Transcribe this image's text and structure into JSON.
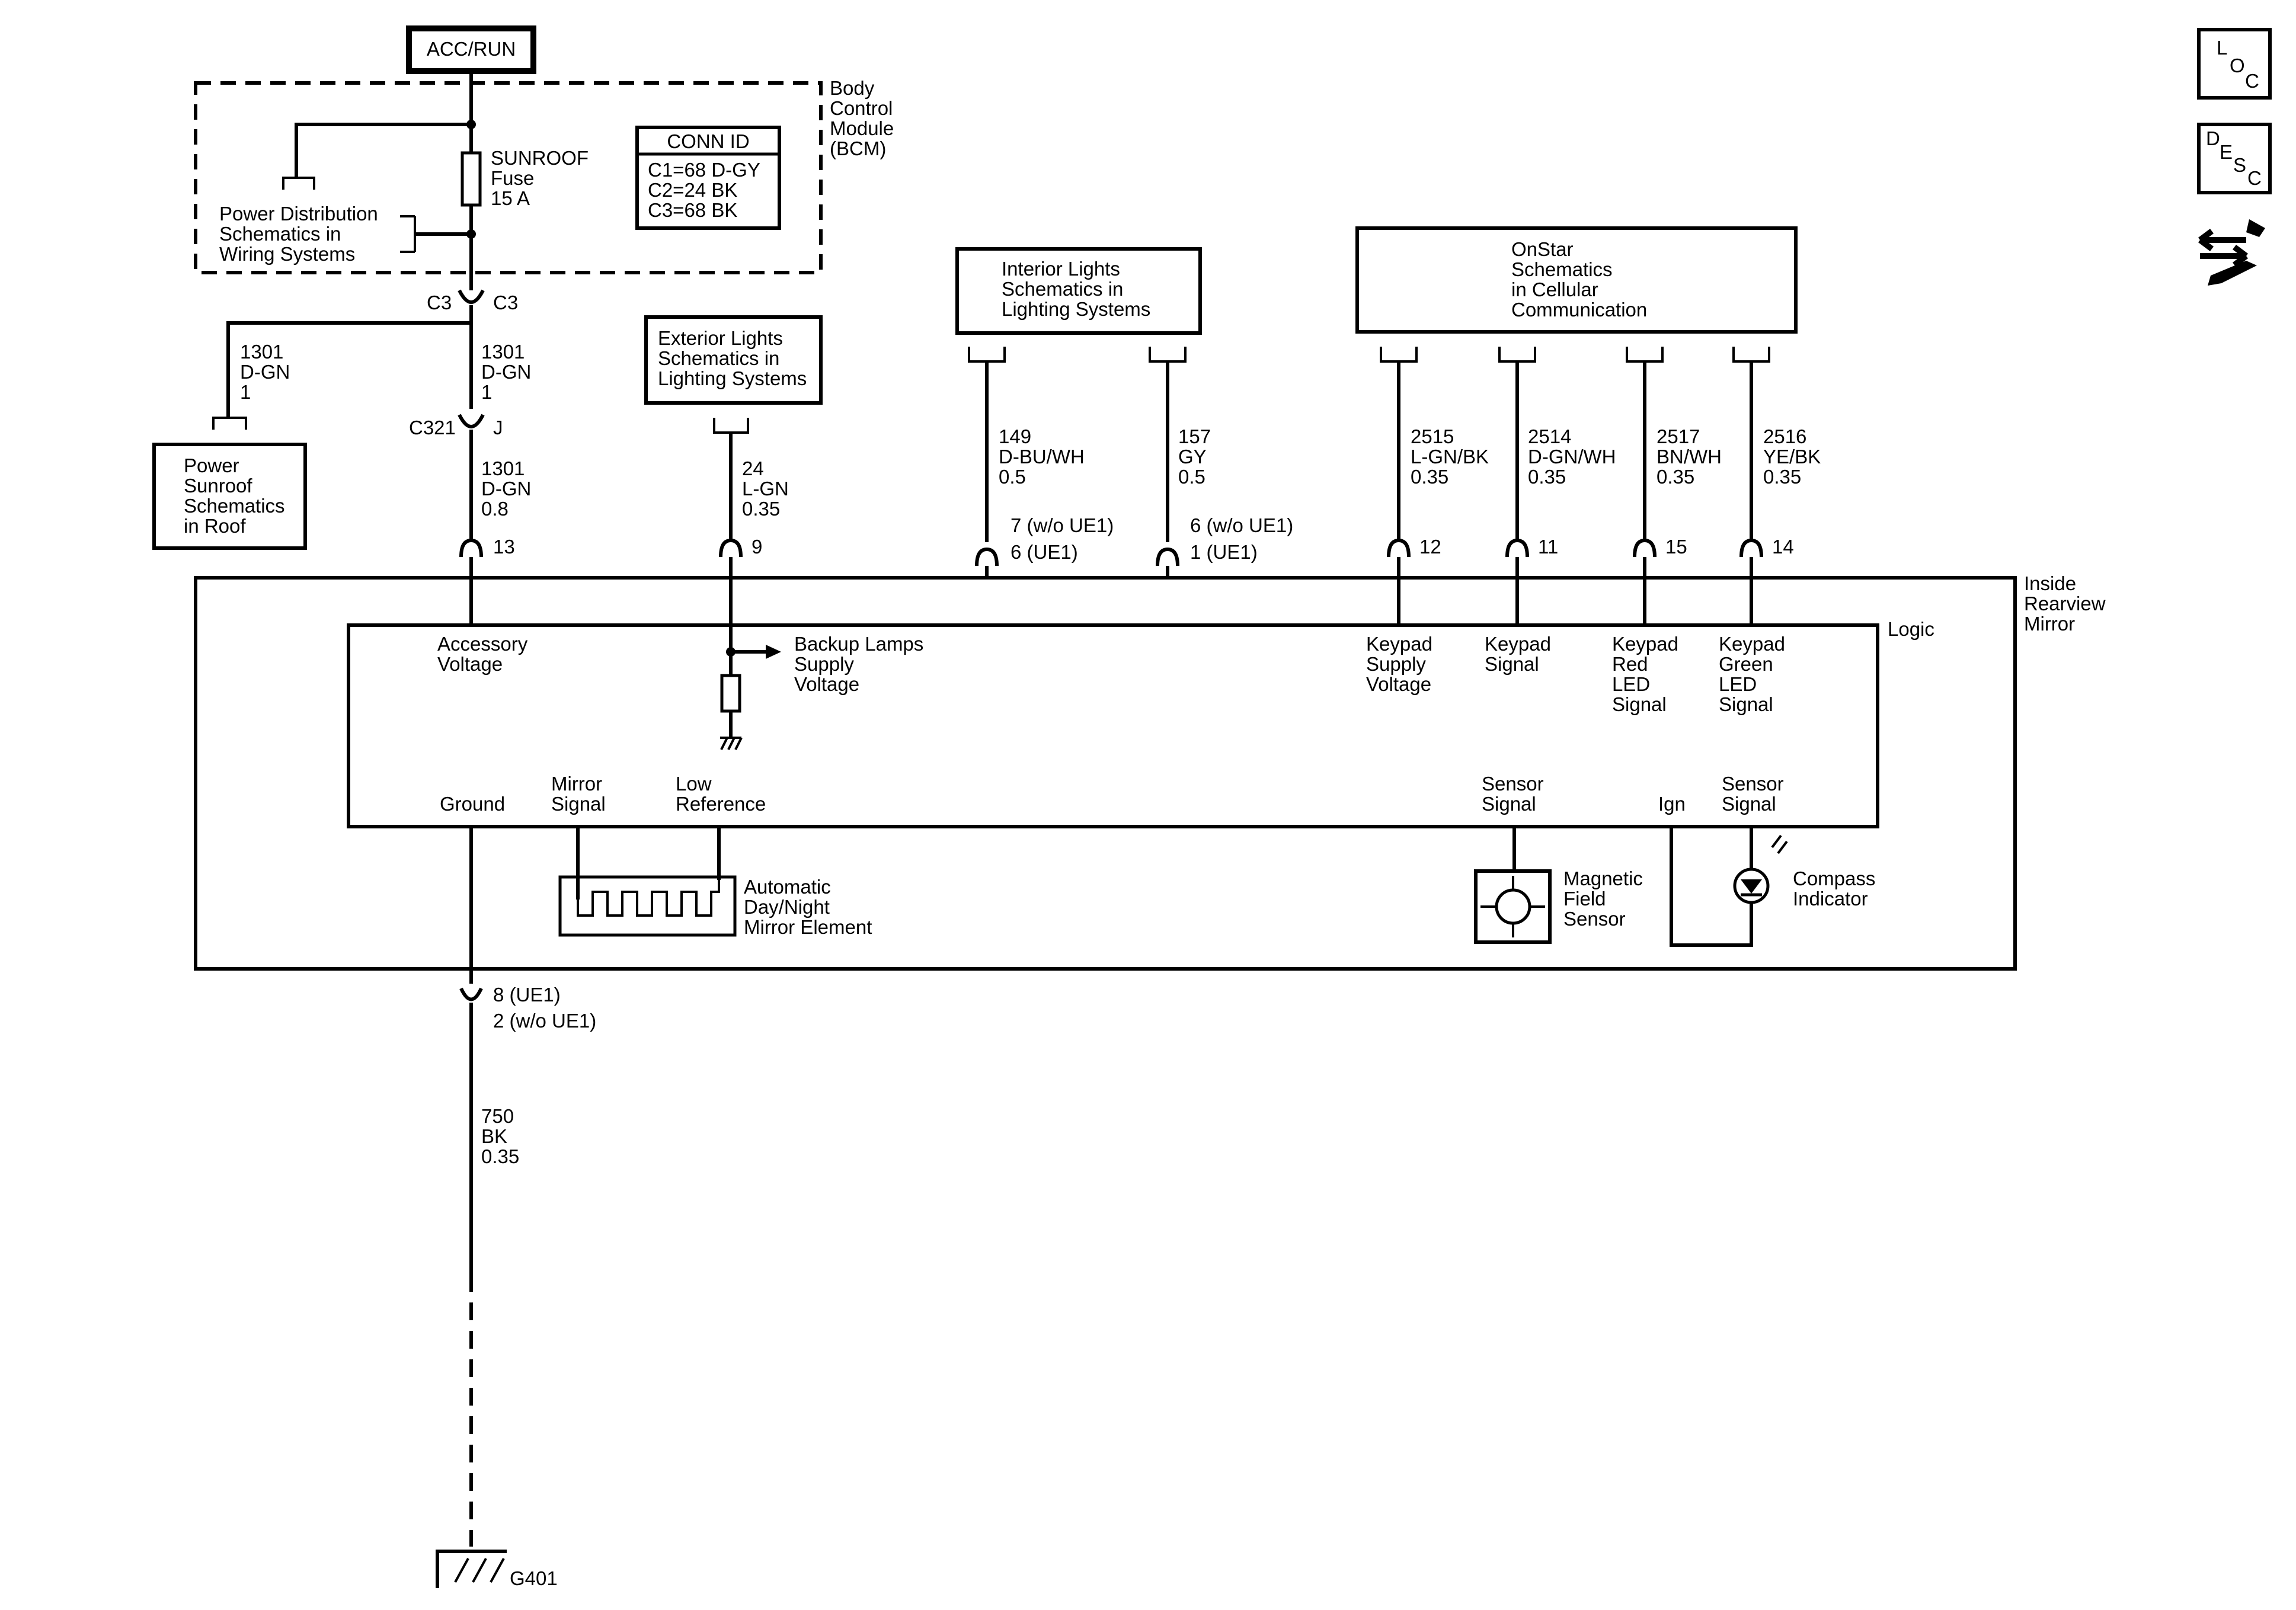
{
  "power_source": "ACC/RUN",
  "bcm": {
    "lines": [
      "Body",
      "Control",
      "Module",
      "(BCM)"
    ],
    "fuse": [
      "SUNROOF",
      "Fuse",
      "15 A"
    ],
    "power_dist": [
      "Power Distribution",
      "Schematics in",
      "Wiring Systems"
    ],
    "conn_id": {
      "title": "CONN ID",
      "rows": [
        "C1=68 D-GY",
        "C2=24 BK",
        "C3=68 BK"
      ]
    }
  },
  "connector_c3": {
    "left": "C3",
    "right": "C3"
  },
  "wire_1301_branch": [
    "1301",
    "D-GN",
    "1"
  ],
  "power_sunroof": [
    "Power",
    "Sunroof",
    "Schematics",
    "in Roof"
  ],
  "wire_1301_top": [
    "1301",
    "D-GN",
    "1"
  ],
  "connector_c321": {
    "left": "C321",
    "right": "J"
  },
  "wire_1301_bottom": [
    "1301",
    "D-GN",
    "0.8"
  ],
  "exterior_lights": [
    "Exterior Lights",
    "Schematics in",
    "Lighting Systems"
  ],
  "wire_24": [
    "24",
    "L-GN",
    "0.35"
  ],
  "interior_lights": [
    "Interior Lights",
    "Schematics in",
    "Lighting Systems"
  ],
  "wire_149": [
    "149",
    "D-BU/WH",
    "0.5"
  ],
  "wire_157": [
    "157",
    "GY",
    "0.5"
  ],
  "onstar": [
    "OnStar",
    "Schematics",
    "in Cellular",
    "Communication"
  ],
  "wire_2515": [
    "2515",
    "L-GN/BK",
    "0.35"
  ],
  "wire_2514": [
    "2514",
    "D-GN/WH",
    "0.35"
  ],
  "wire_2517": [
    "2517",
    "BN/WH",
    "0.35"
  ],
  "wire_2516": [
    "2516",
    "YE/BK",
    "0.35"
  ],
  "pins": {
    "p13": "13",
    "p9": "9",
    "p149": [
      "7 (w/o UE1)",
      "6 (UE1)"
    ],
    "p157": [
      "6 (w/o UE1)",
      "1 (UE1)"
    ],
    "p12": "12",
    "p11": "11",
    "p15": "15",
    "p14": "14",
    "ground": [
      "8 (UE1)",
      "2 (w/o UE1)"
    ]
  },
  "mirror": {
    "title": [
      "Inside",
      "Rearview",
      "Mirror"
    ],
    "logic": "Logic",
    "accessory_voltage": [
      "Accessory",
      "Voltage"
    ],
    "backup_lamps": [
      "Backup Lamps",
      "Supply",
      "Voltage"
    ],
    "keypad_supply": [
      "Keypad",
      "Supply",
      "Voltage"
    ],
    "keypad_signal": [
      "Keypad",
      "Signal"
    ],
    "keypad_red": [
      "Keypad",
      "Red",
      "LED",
      "Signal"
    ],
    "keypad_green": [
      "Keypad",
      "Green",
      "LED",
      "Signal"
    ],
    "ground": "Ground",
    "mirror_signal": [
      "Mirror",
      "Signal"
    ],
    "low_reference": [
      "Low",
      "Reference"
    ],
    "sensor_signal_1": [
      "Sensor",
      "Signal"
    ],
    "ign": "Ign",
    "sensor_signal_2": [
      "Sensor",
      "Signal"
    ],
    "day_night": [
      "Automatic",
      "Day/Night",
      "Mirror Element"
    ],
    "magnetic": [
      "Magnetic",
      "Field",
      "Sensor"
    ],
    "compass": [
      "Compass",
      "Indicator"
    ]
  },
  "wire_750": [
    "750",
    "BK",
    "0.35"
  ],
  "ground_label": "G401",
  "icons": {
    "loc": [
      "L",
      "O",
      "C"
    ],
    "desc": [
      "D",
      "E",
      "S",
      "C"
    ],
    "nav": "wrench-arrows-icon"
  }
}
